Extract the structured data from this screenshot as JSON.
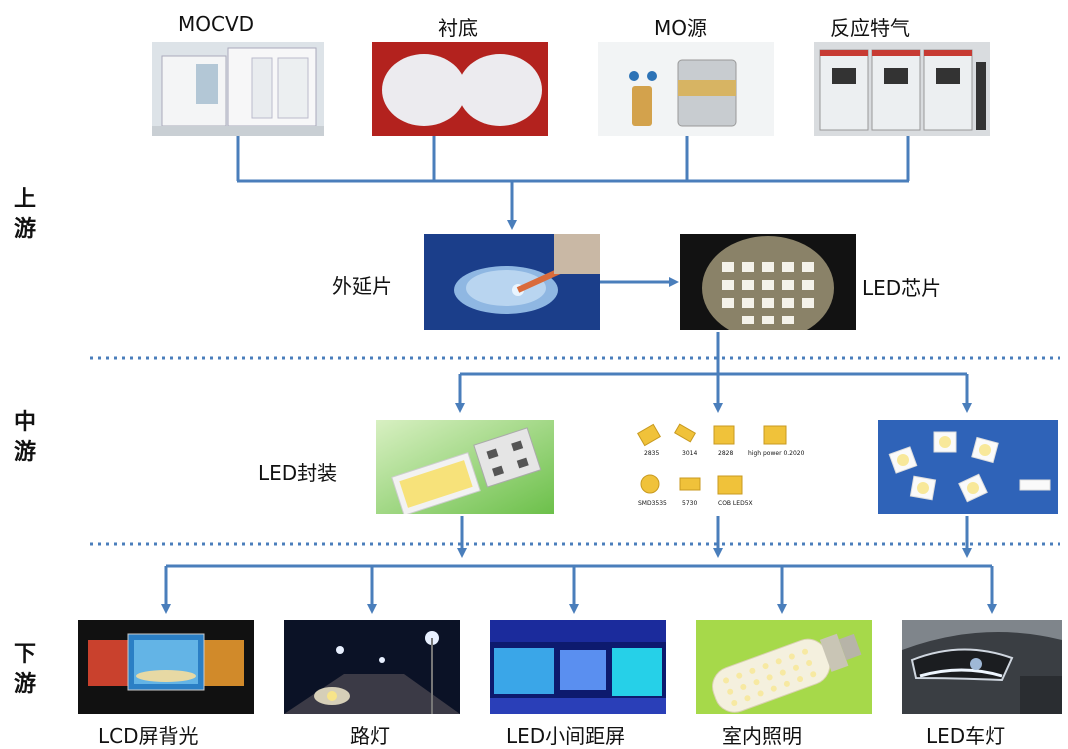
{
  "sections": {
    "upstream": [
      "上",
      "游"
    ],
    "midstream": [
      "中",
      "游"
    ],
    "downstream": [
      "下",
      "游"
    ]
  },
  "upstream": {
    "inputs": [
      {
        "label": "MOCVD",
        "icon": "mocvd-machine-photo"
      },
      {
        "label": "衬底",
        "icon": "substrate-wafer-photo"
      },
      {
        "label": "MO源",
        "icon": "mo-source-canister-photo"
      },
      {
        "label": "反应特气",
        "icon": "specialty-gas-cabinet-photo"
      }
    ],
    "epiwafer": {
      "label": "外延片",
      "icon": "epiwafer-photo"
    },
    "chip": {
      "label": "LED芯片",
      "icon": "led-chip-photo"
    }
  },
  "midstream": {
    "packaging": {
      "label": "LED封装",
      "icon": "led-package-photo"
    },
    "package_types": [
      "2835",
      "3014",
      "2828",
      "high power 0.2020",
      "SMD3535",
      "5730",
      "COB LED5X"
    ]
  },
  "downstream": {
    "applications": [
      {
        "label": "LCD屏背光",
        "icon": "lcd-backlight-photo"
      },
      {
        "label": "路灯",
        "icon": "street-light-photo"
      },
      {
        "label": "LED小间距屏",
        "icon": "led-fine-pitch-screen-photo"
      },
      {
        "label": "室内照明",
        "icon": "indoor-lighting-bulb-photo"
      },
      {
        "label": "LED车灯",
        "icon": "led-car-light-photo"
      }
    ]
  },
  "colors": {
    "arrow": "#4a7ebb",
    "divider": "#4a7ebb"
  }
}
